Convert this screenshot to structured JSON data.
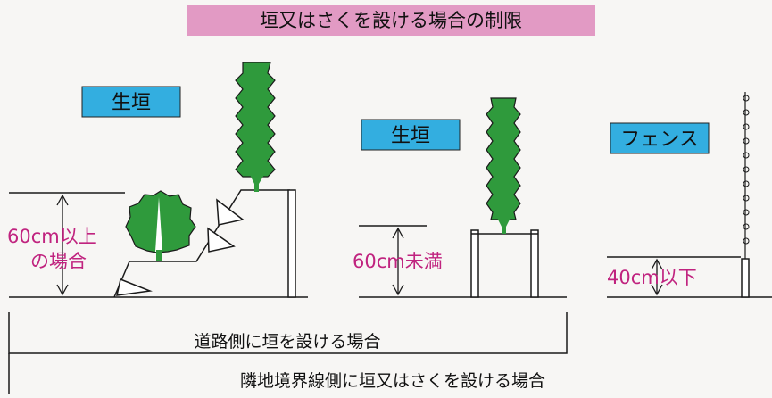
{
  "title": "垣又はさくを設ける場合の制限",
  "colors": {
    "title_bg": "#e29ac4",
    "label_box": "#33aee0",
    "magenta": "#c0237f",
    "hedge_green": "#2f9a3c",
    "line": "#1a1a1a"
  },
  "panels": {
    "left": {
      "box_label": "生垣",
      "height_line1": "60cm以上",
      "height_line2": "の場合"
    },
    "middle": {
      "box_label": "生垣",
      "height_label": "60cm未満"
    },
    "right": {
      "box_label": "フェンス",
      "height_label": "40cm以下"
    }
  },
  "captions": {
    "road_side": "道路側に垣を設ける場合",
    "boundary_side": "隣地境界線側に垣又はさくを設ける場合"
  }
}
